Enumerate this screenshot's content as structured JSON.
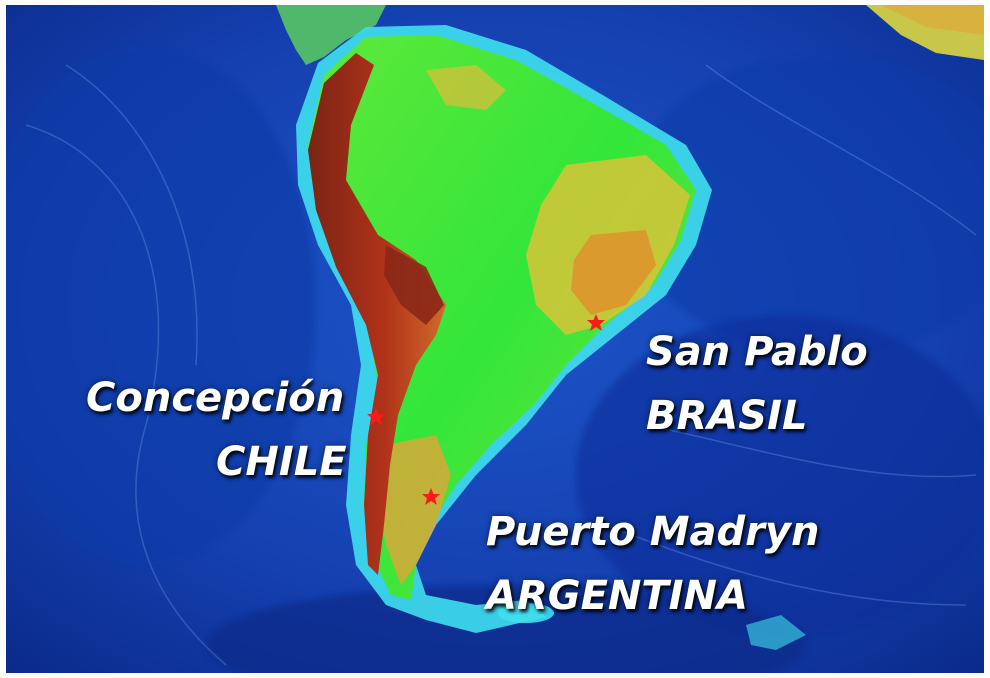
{
  "labels": {
    "sao_paulo": {
      "city": "San Pablo",
      "country": "BRASIL"
    },
    "concepcion": {
      "city": "Concepción",
      "country": "CHILE"
    },
    "puerto_madryn": {
      "city": "Puerto Madryn",
      "country": "ARGENTINA"
    }
  },
  "markers": [
    "star-marker-sao-paulo",
    "star-marker-concepcion",
    "star-marker-puerto-madryn"
  ],
  "colors": {
    "deep_ocean": "#0a2a9a",
    "ocean": "#1c55c8",
    "shelf": "#3fe0ee",
    "lowland": "#33e63a",
    "upland": "#d8c43a",
    "mountain": "#b0321a",
    "marker": "#ff1a1a",
    "label_text": "#ffffff"
  }
}
